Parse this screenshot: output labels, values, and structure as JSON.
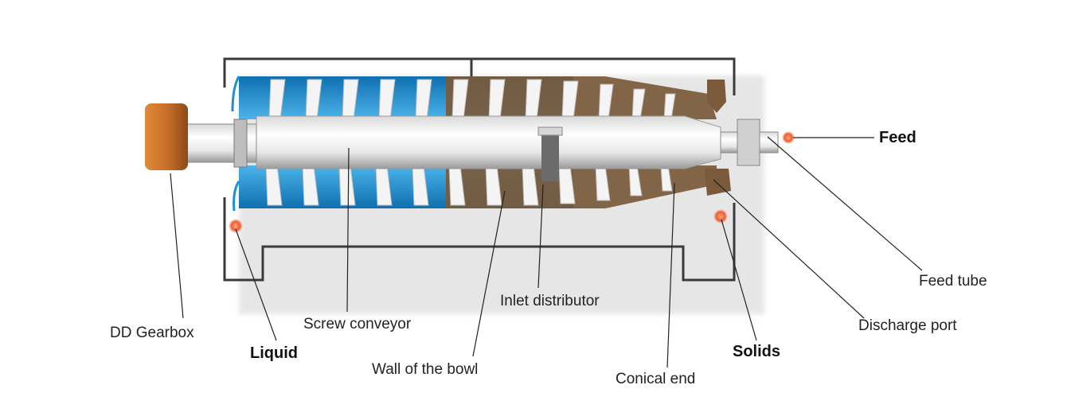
{
  "labels": {
    "feed": "Feed",
    "feed_tube": "Feed tube",
    "discharge_port": "Discharge port",
    "solids": "Solids",
    "conical_end": "Conical end",
    "inlet_distributor": "Inlet distributor",
    "wall_of_the_bowl": "Wall of the bowl",
    "screw_conveyor": "Screw conveyor",
    "liquid": "Liquid",
    "dd_gearbox": "DD Gearbox"
  },
  "colors": {
    "liquid": "#1e8fd0",
    "solids": "#7a5a3a",
    "gearbox": "#c8702a",
    "flow_marker": "#f25a2a",
    "frame": "#3a3a3a"
  }
}
